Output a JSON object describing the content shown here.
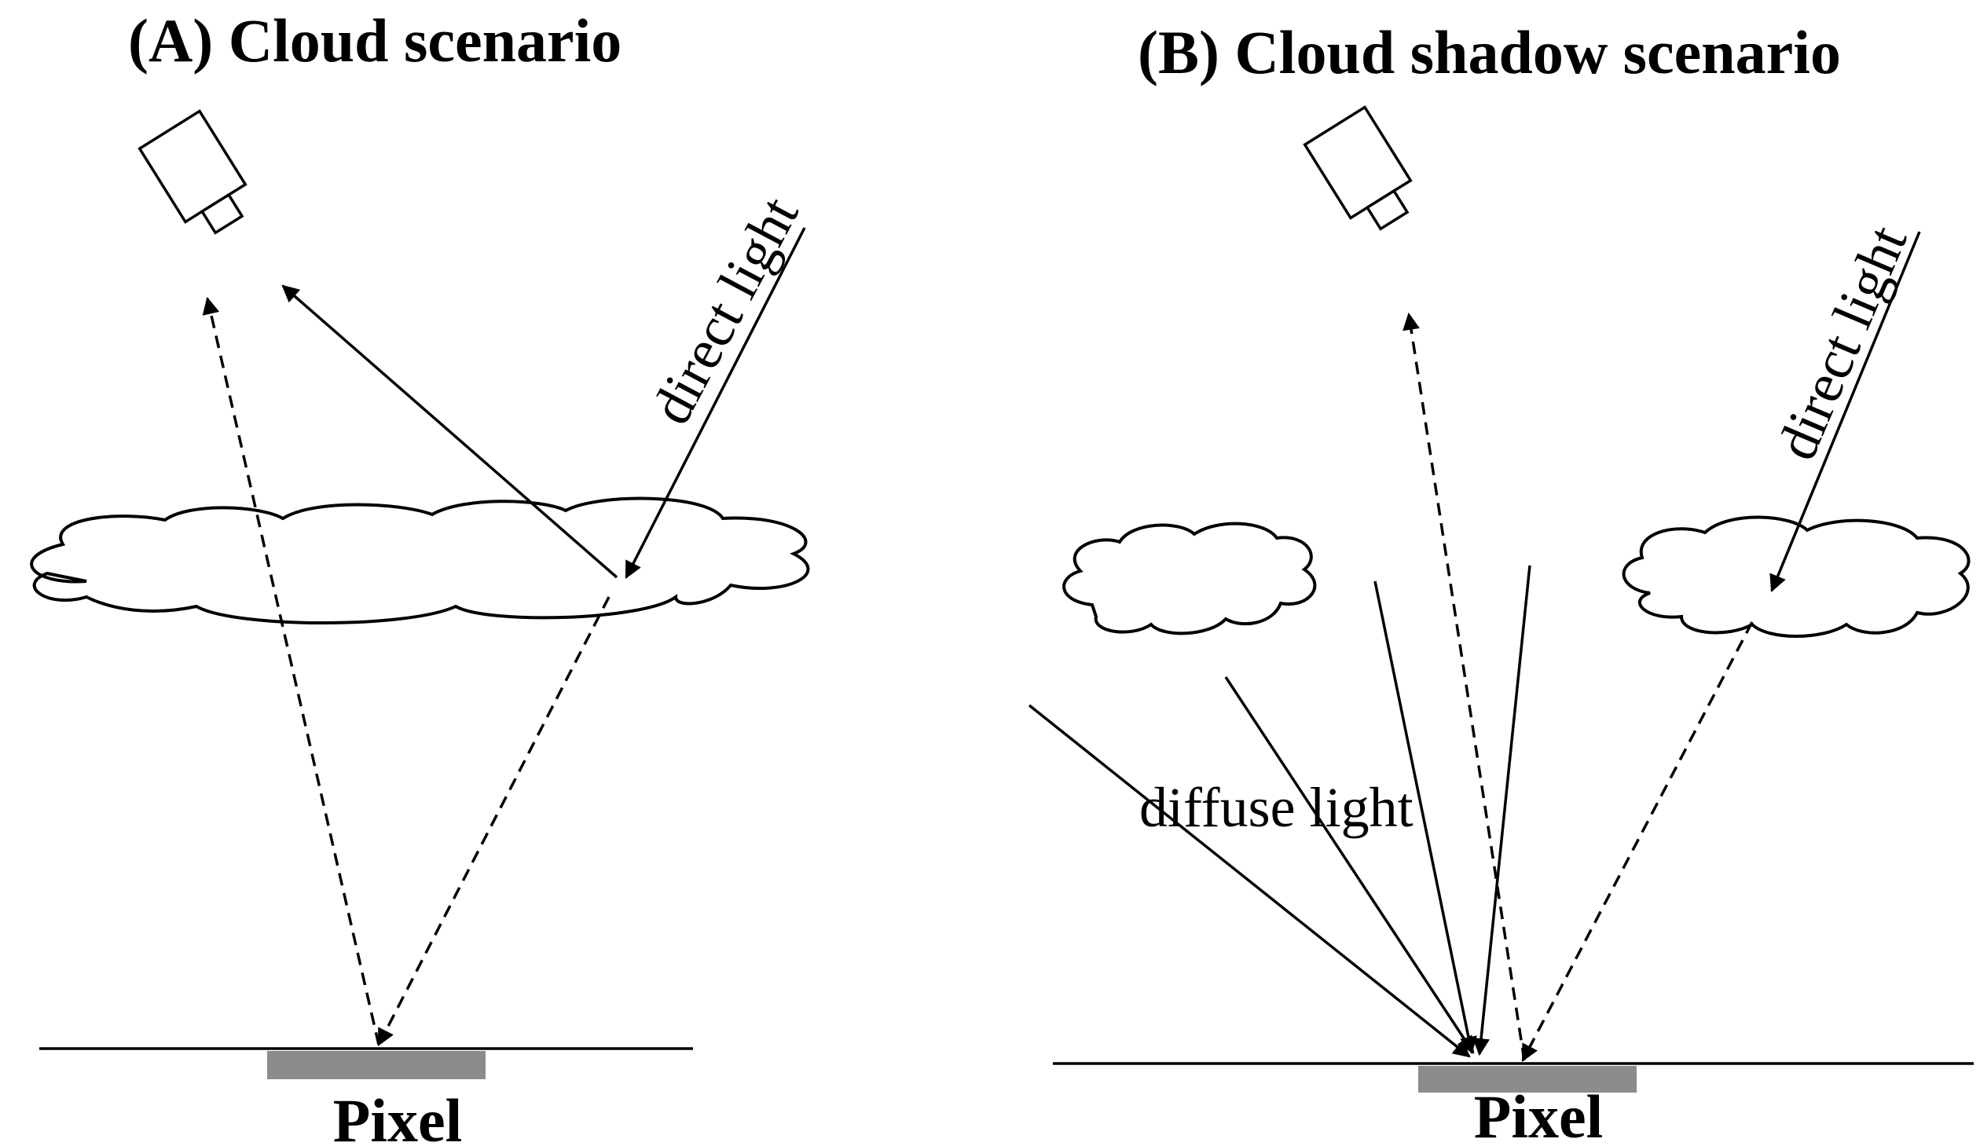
{
  "panel_a": {
    "title": "(A) Cloud scenario",
    "direct_light_label": "direct light",
    "pixel_label": "Pixel"
  },
  "panel_b": {
    "title": "(B) Cloud shadow scenario",
    "direct_light_label": "direct light",
    "diffuse_light_label": "diffuse light",
    "pixel_label": "Pixel"
  },
  "colors": {
    "line": "#000000",
    "pixel_fill": "#8c8c8c",
    "background": "#ffffff"
  }
}
